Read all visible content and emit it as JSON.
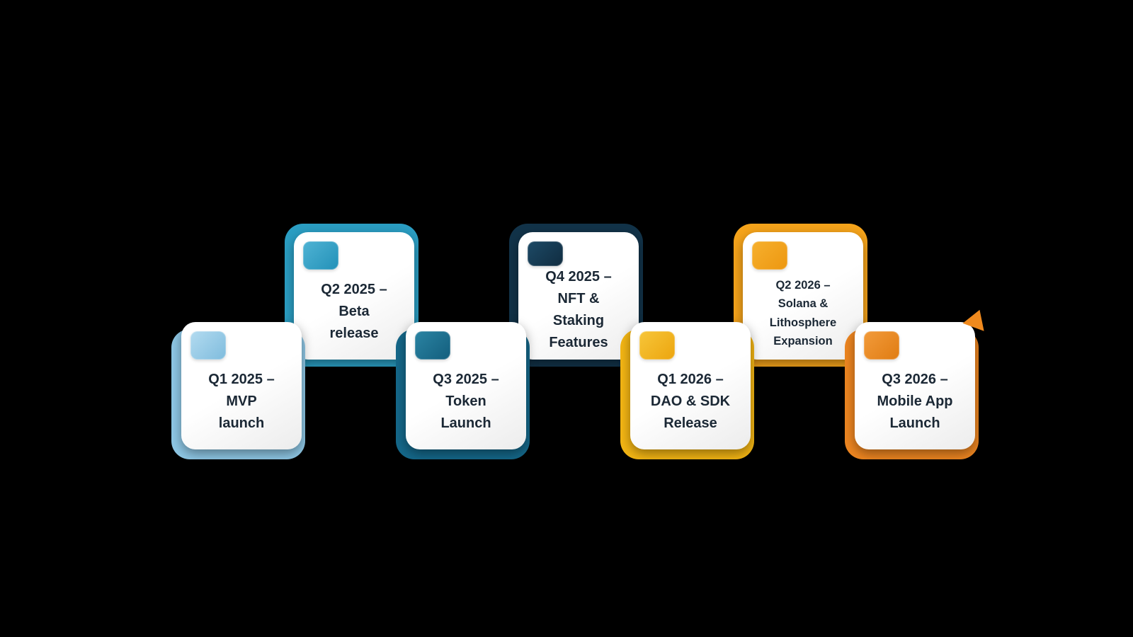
{
  "page": {
    "background_color": "#000000"
  },
  "diagram": {
    "type": "roadmap-timeline",
    "text_color": "#1b2835",
    "arrow_color": "#f08a1e",
    "cards": [
      {
        "id": "q1-2025",
        "row": "bottom",
        "lines": [
          "Q1 2025 –",
          "MVP",
          "launch"
        ],
        "accent": "#8fc8e6",
        "icon_gradient_start": "#b3dbf0",
        "icon_gradient_end": "#7fbcdd"
      },
      {
        "id": "q2-2025",
        "row": "top",
        "lines": [
          "Q2 2025 –",
          "Beta",
          "release"
        ],
        "accent": "#2b9ec3",
        "icon_gradient_start": "#4fb3d4",
        "icon_gradient_end": "#2391b8"
      },
      {
        "id": "q3-2025",
        "row": "bottom",
        "lines": [
          "Q3 2025 –",
          "Token",
          "Launch"
        ],
        "accent": "#15688a",
        "icon_gradient_start": "#2b84a3",
        "icon_gradient_end": "#135e7d"
      },
      {
        "id": "q4-2025",
        "row": "top",
        "lines": [
          "Q4 2025 –",
          "NFT &",
          "Staking",
          "Features"
        ],
        "accent": "#123349",
        "icon_gradient_start": "#1d4a66",
        "icon_gradient_end": "#102c40"
      },
      {
        "id": "q1-2026",
        "row": "bottom",
        "lines": [
          "Q1 2026 –",
          "DAO & SDK",
          "Release"
        ],
        "accent": "#f4b614",
        "icon_gradient_start": "#f7c63a",
        "icon_gradient_end": "#eca50e"
      },
      {
        "id": "q2-2026",
        "row": "top",
        "small_text": true,
        "lines": [
          "Q2 2026 –",
          "Solana &",
          "Lithosphere",
          "Expansion"
        ],
        "accent": "#f6a41b",
        "icon_gradient_start": "#f6b02e",
        "icon_gradient_end": "#ed9710"
      },
      {
        "id": "q3-2026",
        "row": "bottom",
        "arrow": true,
        "lines": [
          "Q3 2026 –",
          "Mobile App",
          "Launch"
        ],
        "accent": "#ee8621",
        "icon_gradient_start": "#f29b3b",
        "icon_gradient_end": "#e07c12"
      }
    ]
  }
}
